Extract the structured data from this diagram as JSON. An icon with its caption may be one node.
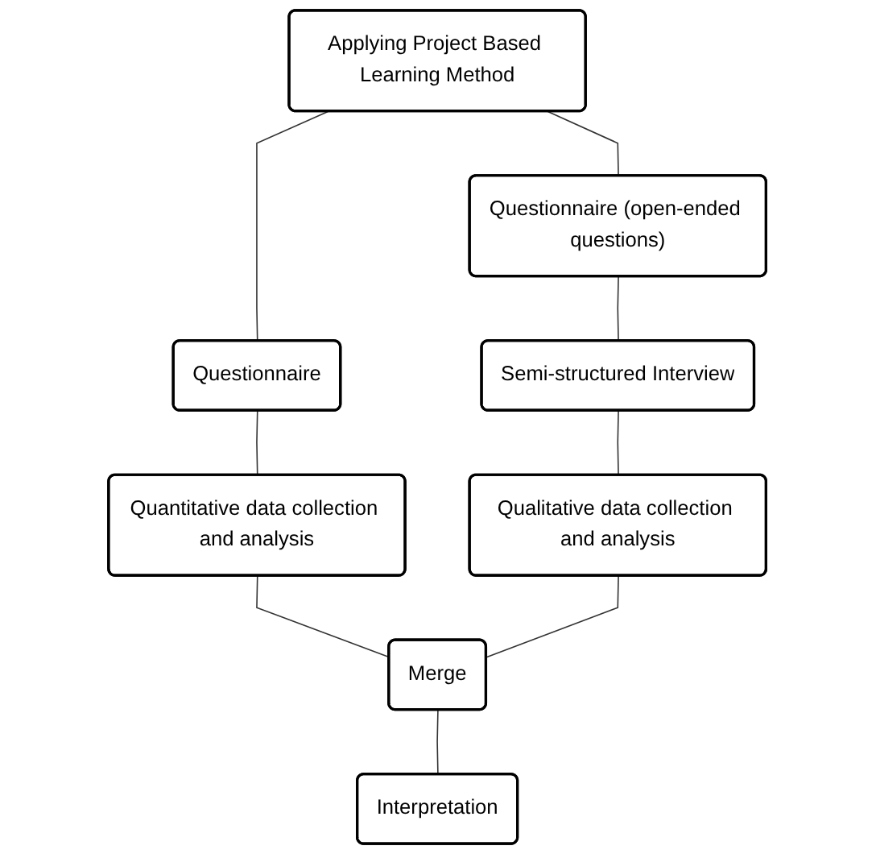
{
  "diagram": {
    "nodes": [
      {
        "text": [
          "Applying Project Based Learning Method"
        ]
      },
      {
        "text": [
          "Questionnaire"
        ]
      },
      {
        "text": [
          "Questionnaire (open-ended questions)"
        ]
      },
      {
        "text": [
          "Semi-structured Interview"
        ]
      },
      {
        "text": [
          "Quantitative data collection and analysis"
        ]
      },
      {
        "text": [
          "Qualitative data collection and analysis"
        ]
      },
      {
        "text": [
          "Merge"
        ]
      },
      {
        "text": [
          "Interpretation"
        ]
      }
    ],
    "edges": [
      {
        "from": 0,
        "to": 1,
        "arrow": "none"
      },
      {
        "from": 0,
        "to": 2,
        "arrow": "none"
      },
      {
        "from": 2,
        "to": 3,
        "arrow": "none"
      },
      {
        "from": 1,
        "to": 4,
        "arrow": "none"
      },
      {
        "from": 3,
        "to": 5,
        "arrow": "none"
      },
      {
        "from": 4,
        "to": 6,
        "arrow": "none"
      },
      {
        "from": 5,
        "to": 6,
        "arrow": "none"
      },
      {
        "from": 6,
        "to": 7,
        "arrow": "none"
      }
    ]
  }
}
